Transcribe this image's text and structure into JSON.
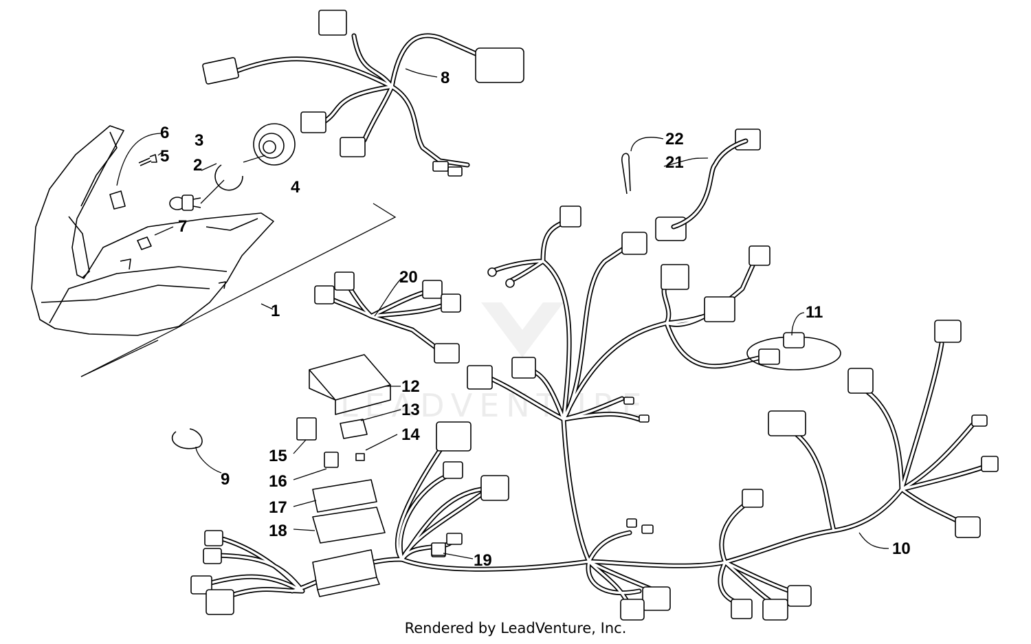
{
  "diagram": {
    "callouts": [
      "1",
      "2",
      "3",
      "4",
      "5",
      "6",
      "7",
      "8",
      "9",
      "10",
      "11",
      "12",
      "13",
      "14",
      "15",
      "16",
      "17",
      "18",
      "19",
      "20",
      "21",
      "22"
    ],
    "watermark": "LEADVENTURE",
    "footer": "Rendered by LeadVenture, Inc."
  }
}
